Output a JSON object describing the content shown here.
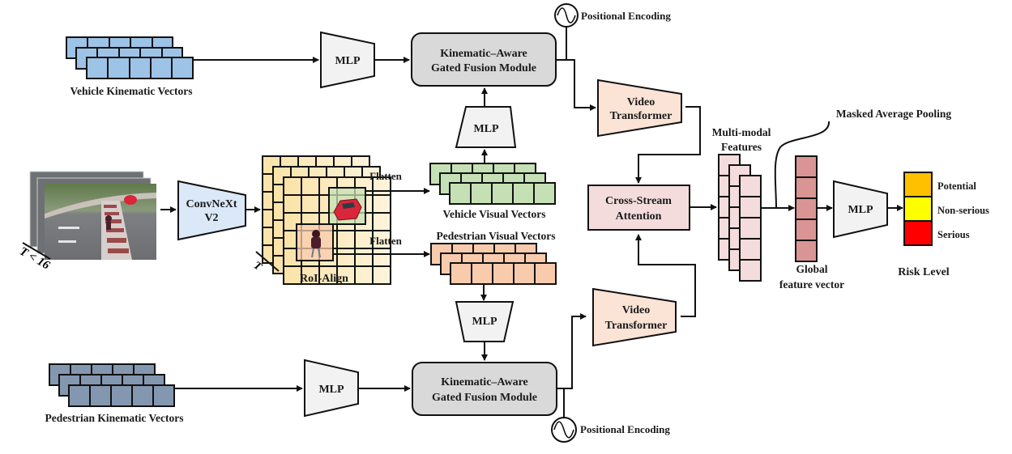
{
  "colors": {
    "vehicle_kinematic": "#9dc3e6",
    "pedestrian_kinematic": "#8497b0",
    "vehicle_visual": "#c5e0b4",
    "pedestrian_visual": "#f8cbad",
    "feature_map": "#fbe5b3",
    "mlp": "#f2f2f2",
    "fusion": "#d9d9d9",
    "transformer": "#fbe3d6",
    "convnext": "#dae8f7",
    "attention": "#f4dcdc",
    "multimodal": "#f4dcdc",
    "global_vector": "#d99594",
    "risk_potential": "#ffc000",
    "risk_nonserious": "#ffff00",
    "risk_serious": "#ff0000"
  },
  "inputs": {
    "vehicle_kinematic": "Vehicle Kinematic Vectors",
    "pedestrian_kinematic": "Pedestrian Kinematic Vectors",
    "video_frames_note": "T < 16"
  },
  "backbone": {
    "line1": "ConvNeXt",
    "line2": "V2"
  },
  "roi": {
    "label": "RoI-Align",
    "time_axis": "T",
    "flatten_top": "Flatten",
    "flatten_bottom": "Flatten"
  },
  "visual_vectors": {
    "vehicle": "Vehicle Visual Vectors",
    "pedestrian": "Pedestrian Visual Vectors"
  },
  "mlp": {
    "label": "MLP"
  },
  "fusion": {
    "line1": "Kinematic–Aware",
    "line2": "Gated Fusion Module"
  },
  "positional_encoding": "Positional Encoding",
  "transformer": {
    "line1": "Video",
    "line2": "Transformer"
  },
  "attention": {
    "line1": "Cross-Stream",
    "line2": "Attention"
  },
  "multimodal": {
    "line1": "Multi-modal",
    "line2": "Features"
  },
  "pooling": "Masked Average Pooling",
  "global_vector": {
    "line1": "Global",
    "line2": "feature vector"
  },
  "risk": {
    "title": "Risk Level",
    "classes": [
      "Potential",
      "Non-serious",
      "Serious"
    ]
  }
}
